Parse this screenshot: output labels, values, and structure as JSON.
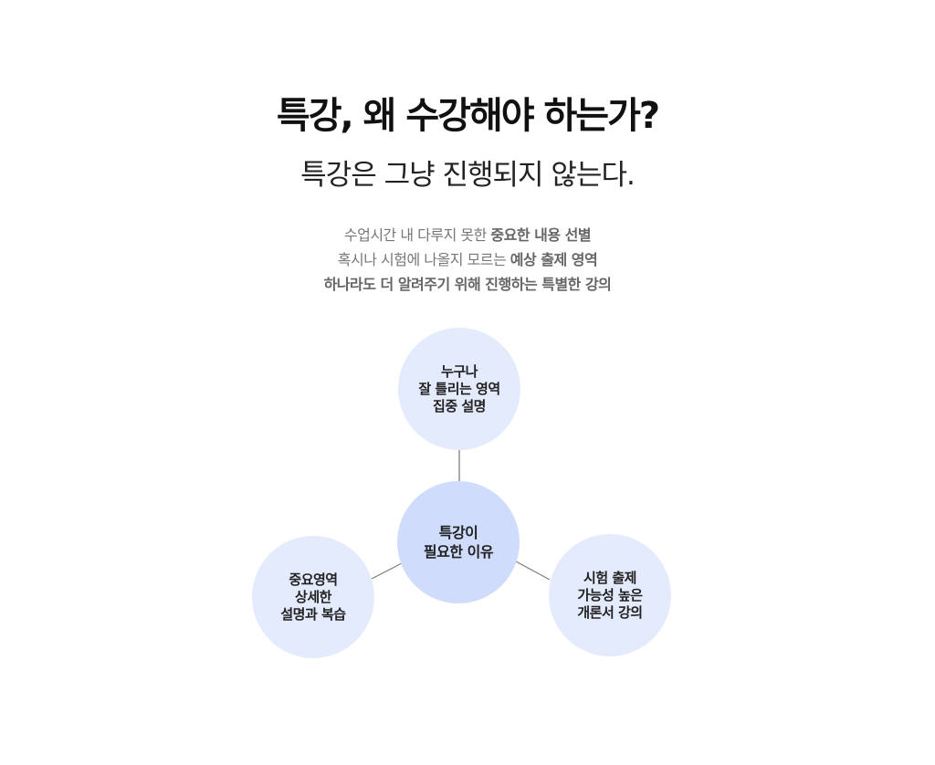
{
  "header": {
    "title": "특강, 왜 수강해야 하는가?",
    "subtitle": "특강은 그냥 진행되지 않는다."
  },
  "description": [
    {
      "plain": "수업시간  내 다루지 못한 ",
      "bold": "중요한 내용 선별"
    },
    {
      "plain": "혹시나 시험에 나올지 모르는 ",
      "bold": "예상 출제 영역"
    },
    {
      "plain": "",
      "bold": "하나라도 더 알려주기 위해 진행하는 특별한 강의"
    }
  ],
  "diagram": {
    "center": [
      "특강이",
      "필요한 이유"
    ],
    "top": [
      "누구나",
      "잘 틀리는 영역",
      "집중 설명"
    ],
    "left": [
      "중요영역",
      "상세한",
      "설명과 복습"
    ],
    "right": [
      "시험 출제",
      "가능성 높은",
      "개론서 강의"
    ]
  }
}
